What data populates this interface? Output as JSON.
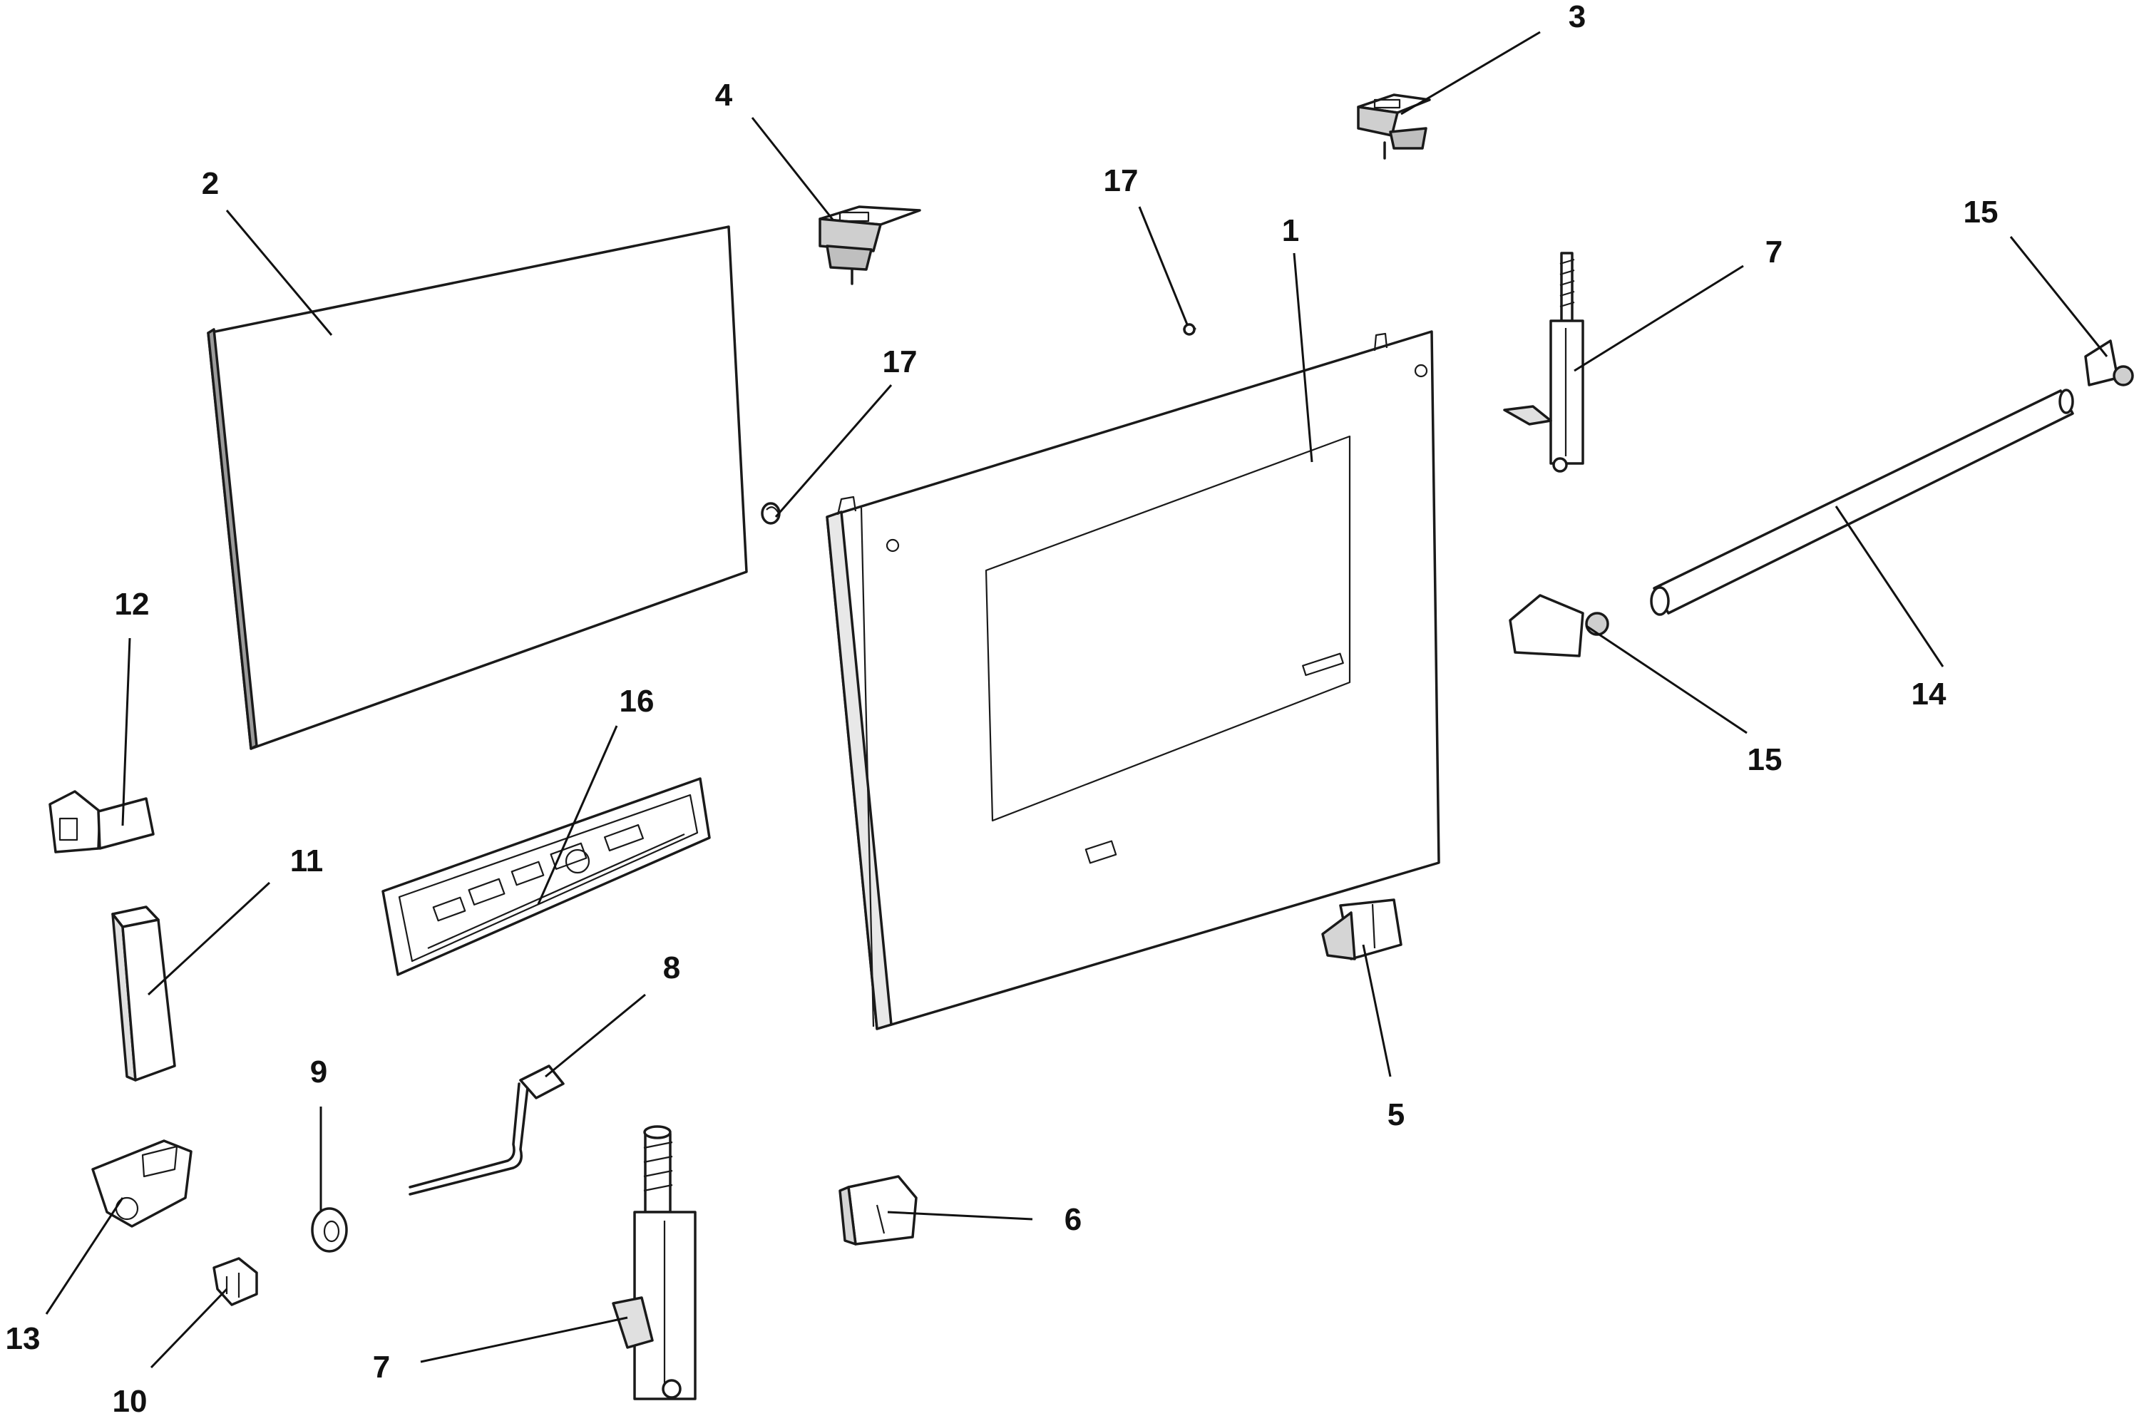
{
  "diagram": {
    "type": "exploded-parts-view",
    "callouts": [
      "1",
      "2",
      "3",
      "4",
      "5",
      "6",
      "7",
      "7",
      "8",
      "9",
      "10",
      "11",
      "12",
      "13",
      "14",
      "15",
      "15",
      "16",
      "17",
      "17"
    ],
    "parts": [
      {
        "ref": "1",
        "depicts": "door-outer-panel-with-window"
      },
      {
        "ref": "2",
        "depicts": "glass-panel"
      },
      {
        "ref": "3",
        "depicts": "door-top-bracket-right"
      },
      {
        "ref": "4",
        "depicts": "door-top-bracket-left"
      },
      {
        "ref": "5",
        "depicts": "door-bottom-clip-right"
      },
      {
        "ref": "6",
        "depicts": "door-bottom-clip-left"
      },
      {
        "ref": "7",
        "depicts": "door-hinge"
      },
      {
        "ref": "8",
        "depicts": "wire-harness-connector"
      },
      {
        "ref": "9",
        "depicts": "spacer-ring"
      },
      {
        "ref": "10",
        "depicts": "terminal-connector"
      },
      {
        "ref": "11",
        "depicts": "handle-standoff-tube"
      },
      {
        "ref": "12",
        "depicts": "handle-end-cap-upper"
      },
      {
        "ref": "13",
        "depicts": "handle-end-cap-lower"
      },
      {
        "ref": "14",
        "depicts": "door-handle-bar"
      },
      {
        "ref": "15",
        "depicts": "handle-bracket"
      },
      {
        "ref": "16",
        "depicts": "control-board-assembly"
      },
      {
        "ref": "17",
        "depicts": "clip"
      }
    ]
  },
  "colors": {
    "line": "#111111",
    "part_fill": "#ffffff",
    "part_shade": "#d9d9d9",
    "part_dark": "#8a8a8a"
  }
}
